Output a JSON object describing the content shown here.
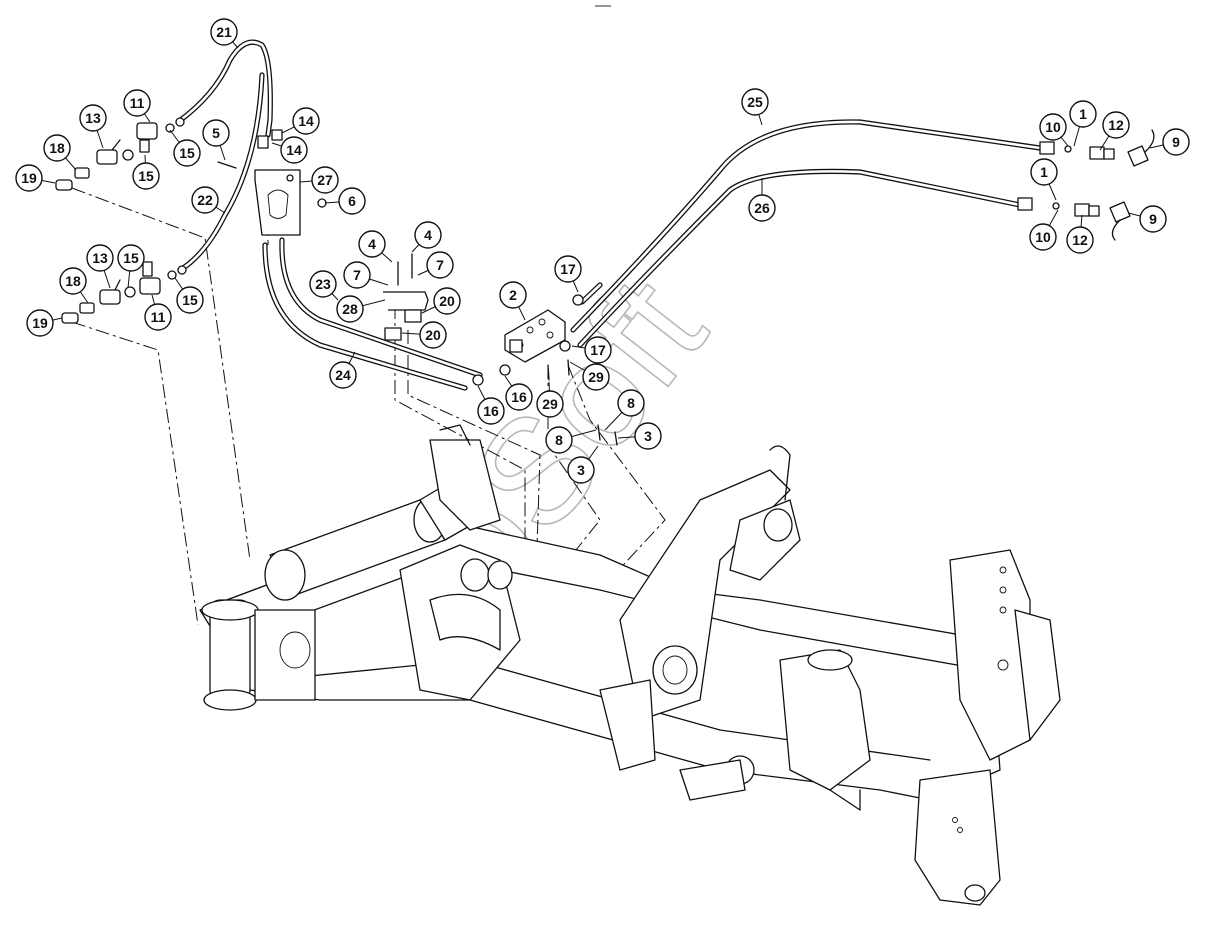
{
  "watermark": "toSoft",
  "callouts": [
    {
      "label": "21"
    },
    {
      "label": "11"
    },
    {
      "label": "13"
    },
    {
      "label": "18"
    },
    {
      "label": "19"
    },
    {
      "label": "15"
    },
    {
      "label": "15"
    },
    {
      "label": "5"
    },
    {
      "label": "14"
    },
    {
      "label": "14"
    },
    {
      "label": "27"
    },
    {
      "label": "6"
    },
    {
      "label": "22"
    },
    {
      "label": "13"
    },
    {
      "label": "15"
    },
    {
      "label": "18"
    },
    {
      "label": "19"
    },
    {
      "label": "11"
    },
    {
      "label": "15"
    },
    {
      "label": "4"
    },
    {
      "label": "4"
    },
    {
      "label": "7"
    },
    {
      "label": "7"
    },
    {
      "label": "28"
    },
    {
      "label": "20"
    },
    {
      "label": "20"
    },
    {
      "label": "23"
    },
    {
      "label": "24"
    },
    {
      "label": "16"
    },
    {
      "label": "16"
    },
    {
      "label": "2"
    },
    {
      "label": "17"
    },
    {
      "label": "17"
    },
    {
      "label": "29"
    },
    {
      "label": "29"
    },
    {
      "label": "8"
    },
    {
      "label": "8"
    },
    {
      "label": "3"
    },
    {
      "label": "3"
    },
    {
      "label": "25"
    },
    {
      "label": "26"
    },
    {
      "label": "10"
    },
    {
      "label": "1"
    },
    {
      "label": "12"
    },
    {
      "label": "9"
    },
    {
      "label": "1"
    },
    {
      "label": "10"
    },
    {
      "label": "12"
    },
    {
      "label": "9"
    }
  ]
}
